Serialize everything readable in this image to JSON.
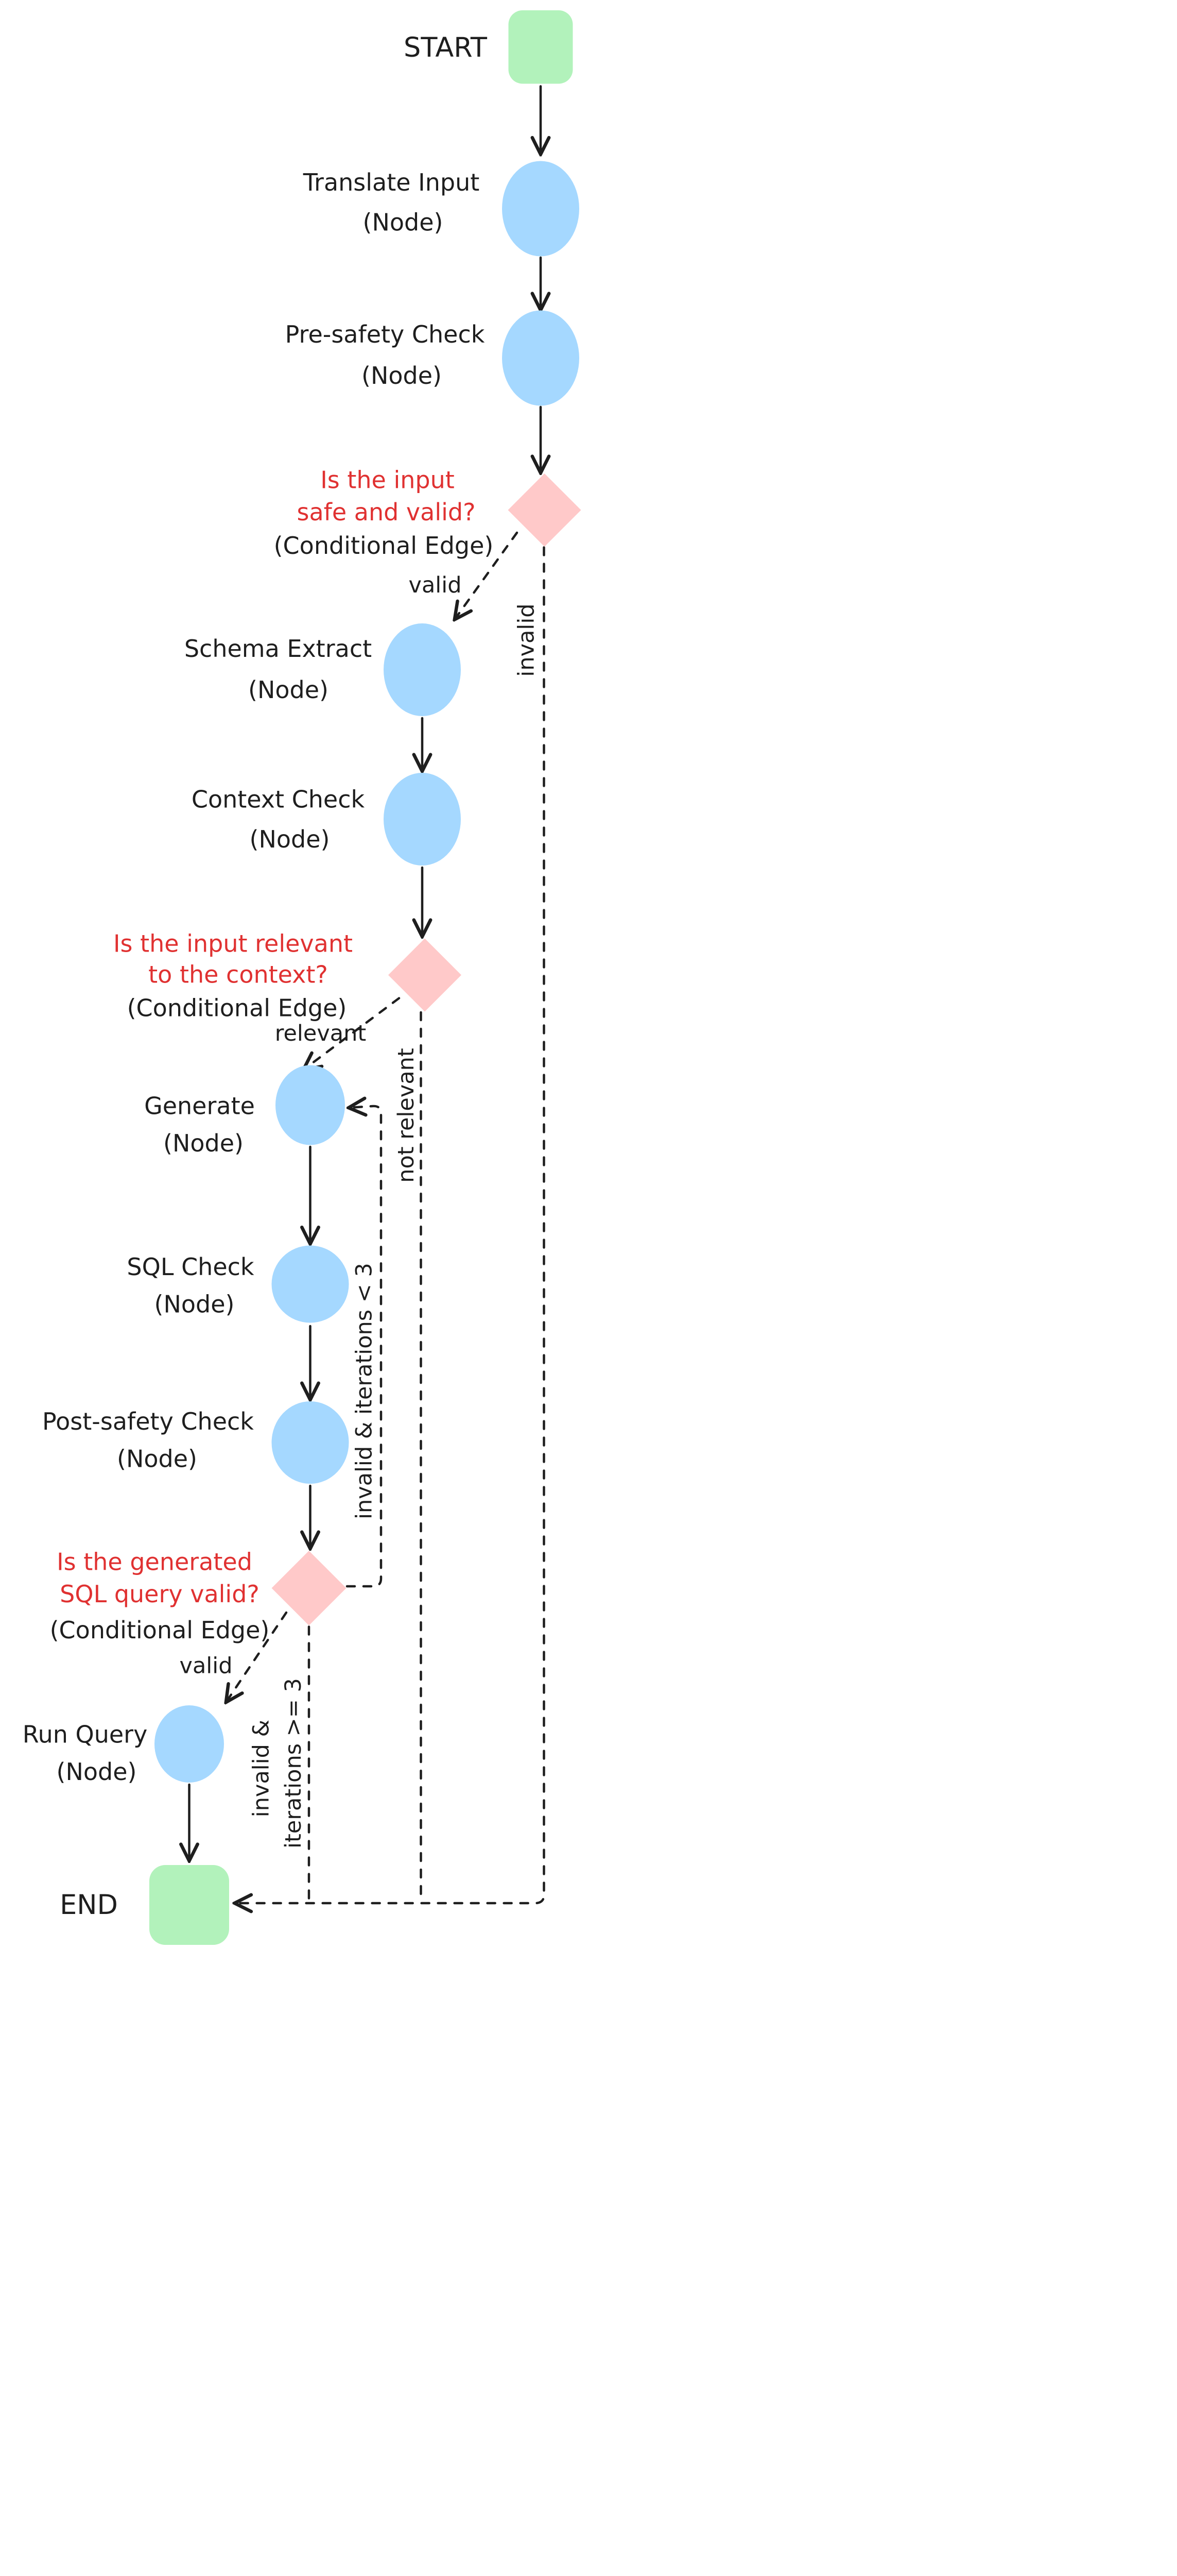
{
  "title": "SQL agent graph flowchart",
  "colors": {
    "node_blue": "#a5d8ff",
    "terminal_green": "#b2f2bb",
    "conditional_pink": "#ffc9c9",
    "question_red": "#e03131",
    "ink": "#1e1e1e",
    "background": "#ffffff"
  },
  "nodes": {
    "start": {
      "label": "START"
    },
    "translate_input": {
      "title": "Translate Input",
      "subtitle": "(Node)"
    },
    "pre_safety_check": {
      "title": "Pre-safety Check",
      "subtitle": "(Node)"
    },
    "schema_extract": {
      "title": "Schema Extract",
      "subtitle": "(Node)"
    },
    "context_check": {
      "title": "Context Check",
      "subtitle": "(Node)"
    },
    "generate": {
      "title": "Generate",
      "subtitle": "(Node)"
    },
    "sql_check": {
      "title": "SQL Check",
      "subtitle": "(Node)"
    },
    "post_safety_check": {
      "title": "Post-safety Check",
      "subtitle": "(Node)"
    },
    "run_query": {
      "title": "Run Query",
      "subtitle": "(Node)"
    },
    "end": {
      "label": "END"
    }
  },
  "conditionals": {
    "input_safety": {
      "question_line1": "Is the input",
      "question_line2": "safe and valid?",
      "kind": "(Conditional Edge)"
    },
    "input_relevance": {
      "question_line1": "Is the input relevant",
      "question_line2": "to the context?",
      "kind": "(Conditional Edge)"
    },
    "sql_validity": {
      "question_line1": "Is the generated",
      "question_line2": "SQL query valid?",
      "kind": "(Conditional Edge)"
    }
  },
  "edge_labels": {
    "safety_valid": "valid",
    "safety_invalid": "invalid",
    "relevance_relevant": "relevant",
    "relevance_not_relevant": "not relevant",
    "sql_valid": "valid",
    "sql_retry": "invalid & iterations < 3",
    "sql_fail_line1": "invalid &",
    "sql_fail_line2": "iterations >= 3"
  }
}
